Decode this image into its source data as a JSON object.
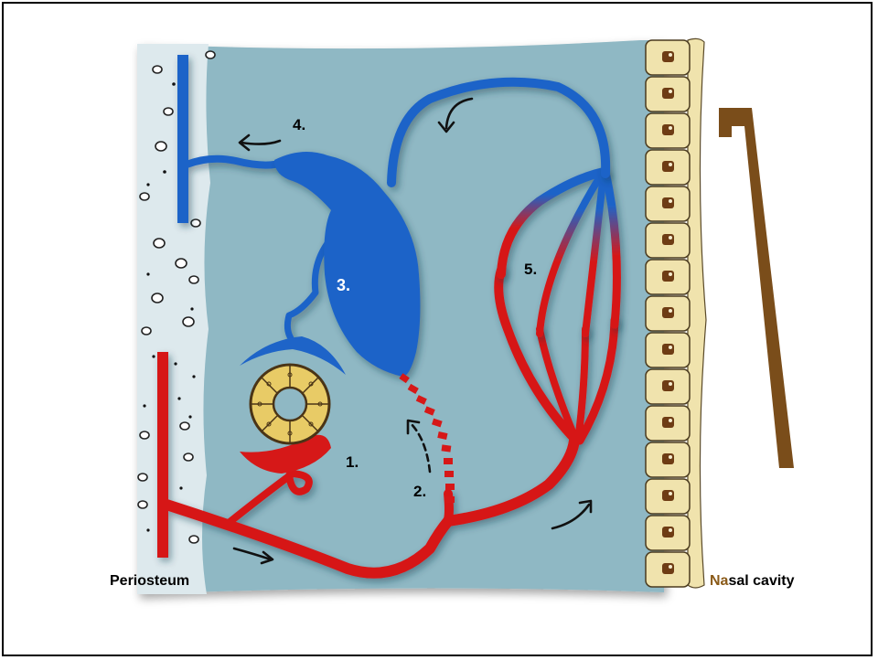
{
  "labels": {
    "periosteum": "Periosteum",
    "nasal_cavity_prefix": "Na",
    "nasal_cavity_rest": "sal cavity",
    "marker_1": "1.",
    "marker_2": "2.",
    "marker_3": "3.",
    "marker_4": "4.",
    "marker_5": "5."
  },
  "colors": {
    "tissue": "#8fb8c4",
    "periosteum_band": "#dde9ed",
    "artery": "#d61818",
    "vein": "#1e64c8",
    "epithelium_cell": "#f0e3ad",
    "epithelium_nucleus": "#6e3c14",
    "gland_cell": "#e8cb66",
    "instrument": "#7a4d1a",
    "marker_text_dark": "#000000",
    "marker_text_light": "#ffffff",
    "nasal_prefix_color": "#8a5a18"
  },
  "icons": [
    "curved-arrow-icon",
    "dashed-arrow-icon"
  ]
}
